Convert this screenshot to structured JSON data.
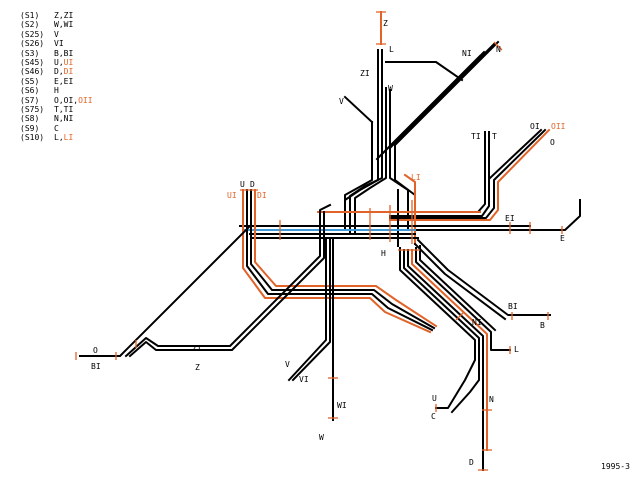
{
  "colors": {
    "line": "#000000",
    "accent": "#e0642a",
    "highlight": "#3c9ad6"
  },
  "legend": [
    {
      "code": "(S1)",
      "text": "Z,ZI",
      "extra": ""
    },
    {
      "code": "(S2)",
      "text": "W,WI",
      "extra": ""
    },
    {
      "code": "(S25)",
      "text": "V",
      "extra": ""
    },
    {
      "code": "(S26)",
      "text": "VI",
      "extra": ""
    },
    {
      "code": "(S3)",
      "text": "B,BI",
      "extra": ""
    },
    {
      "code": "(S45)",
      "text": "U,",
      "extra": "UI"
    },
    {
      "code": "(S46)",
      "text": "D,",
      "extra": "DI"
    },
    {
      "code": "(S5)",
      "text": "E,EI",
      "extra": ""
    },
    {
      "code": "(S6)",
      "text": "H",
      "extra": ""
    },
    {
      "code": "(S7)",
      "text": "O,OI,",
      "extra": "OII"
    },
    {
      "code": "(S75)",
      "text": "T,TI",
      "extra": ""
    },
    {
      "code": "(S8)",
      "text": "N,NI",
      "extra": ""
    },
    {
      "code": "(S9)",
      "text": "C",
      "extra": ""
    },
    {
      "code": "(S10)",
      "text": "L,",
      "extra": "LI"
    }
  ],
  "labels": {
    "Z": "Z",
    "L_n": "L",
    "NI_n": "NI",
    "N_n": "N",
    "ZI_n": "ZI",
    "W_n": "W",
    "V_n": "V",
    "TI": "TI",
    "T": "T",
    "OI": "OI",
    "OII": "OII",
    "O_e": "O",
    "LI": "LI",
    "U": "U",
    "D": "D",
    "UI": "UI",
    "DI": "DI",
    "EI": "EI",
    "E": "E",
    "H": "H",
    "O_w": "O",
    "BI_w": "BI",
    "ZI_s": "ZI",
    "Z_s": "Z",
    "BI_e": "BI",
    "B_e": "B",
    "NI_s": "NI",
    "L_s": "L",
    "V_s": "V",
    "VI_s": "VI",
    "WI_s": "WI",
    "W_s": "W",
    "U_s": "U",
    "C_s": "C",
    "N_s": "N",
    "D_s": "D"
  },
  "year": "1995-3"
}
